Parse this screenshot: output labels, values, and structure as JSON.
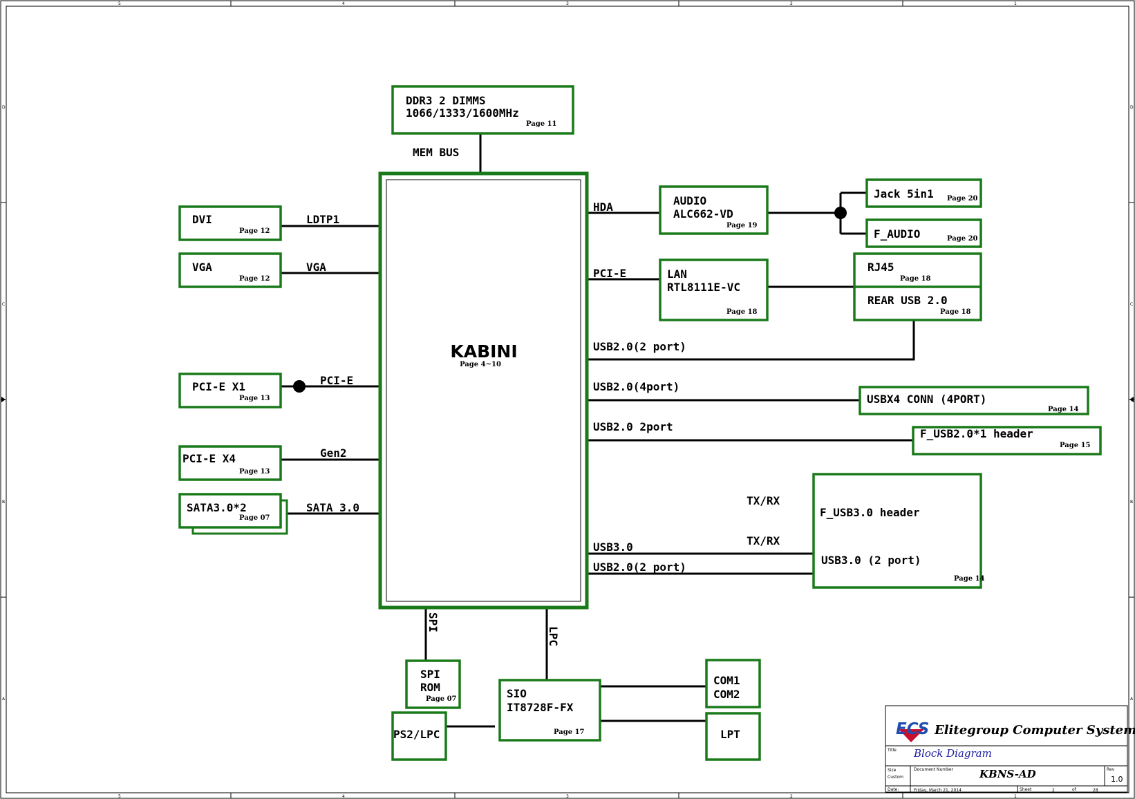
{
  "frame": {
    "col_labels": [
      "5",
      "4",
      "3",
      "2",
      "1"
    ],
    "row_labels": [
      "D",
      "C",
      "B",
      "A"
    ]
  },
  "cpu": {
    "name": "KABINI",
    "page": "Page 4~10"
  },
  "blocks": {
    "ddr3": {
      "line1": "DDR3 2 DIMMS",
      "line2": "1066/1333/1600MHz",
      "page": "Page 11"
    },
    "dvi": {
      "name": "DVI",
      "page": "Page 12"
    },
    "vga": {
      "name": "VGA",
      "page": "Page 12"
    },
    "pcie_x1": {
      "name": "PCI-E X1",
      "page": "Page 13"
    },
    "pcie_x4": {
      "name": "PCI-E X4",
      "page": "Page 13"
    },
    "sata": {
      "name": "SATA3.0*2",
      "page": "Page 07"
    },
    "audio": {
      "line1": "AUDIO",
      "line2": "ALC662-VD",
      "page": "Page 19"
    },
    "jack": {
      "name": "Jack 5in1",
      "page": "Page 20"
    },
    "f_audio": {
      "name": "F_AUDIO",
      "page": "Page 20"
    },
    "lan": {
      "line1": "LAN",
      "line2": "RTL8111E-VC",
      "page": "Page 18"
    },
    "rj45": {
      "name": "RJ45",
      "page": "Page 18"
    },
    "rear_usb": {
      "name": "REAR USB 2.0",
      "page": "Page 18"
    },
    "usbx4": {
      "name": "USBX4  CONN (4PORT)",
      "page": "Page 14"
    },
    "f_usb2": {
      "name": "F_USB2.0*1 header",
      "page": "Page 15"
    },
    "usb3_block": {
      "line1": "F_USB3.0 header",
      "line2": "USB3.0 (2 port)",
      "page": "Page 14"
    },
    "spi_rom": {
      "line1": "SPI",
      "line2": "ROM",
      "page": "Page 07"
    },
    "sio": {
      "line1": "SIO",
      "line2": "IT8728F-FX",
      "page": "Page 17"
    },
    "ps2": {
      "name": "PS2/LPC"
    },
    "com": {
      "line1": "COM1",
      "line2": "COM2"
    },
    "lpt": {
      "name": "LPT"
    }
  },
  "buses": {
    "mem": "MEM BUS",
    "ldtp1": "LDTP1",
    "vga": "VGA",
    "pcie_x1": "PCI-E",
    "gen2": "Gen2",
    "sata": "SATA 3.0",
    "hda": "HDA",
    "pcie_lan": "PCI-E",
    "usb2_2port_rear": "USB2.0(2 port)",
    "usb2_4port": "USB2.0(4port)",
    "usb2_2port_f": "USB2.0 2port",
    "txrx_top": "TX/RX",
    "txrx_bottom": "TX/RX",
    "usb3": "USB3.0",
    "usb2_2port_usb3": "USB2.0(2 port)",
    "spi": "SPI",
    "lpc": "LPC"
  },
  "title_block": {
    "company": "Elitegroup Computer Systems",
    "logo": "ECS",
    "title_label": "Title",
    "title": "Block Diagram",
    "size_label": "Size",
    "size": "Custom",
    "docnum_label": "Document Number",
    "docnum": "KBNS-AD",
    "rev_label": "Rev",
    "rev": "1.0",
    "date_label": "Date:",
    "date": "Friday, March 21, 2014",
    "sheet_label": "Sheet",
    "sheet": "2",
    "of_label": "of",
    "of": "28"
  },
  "colors": {
    "box_stroke": "#1a7a1a",
    "wire": "#000000",
    "title_blue": "#1a1aa0",
    "logo_blue": "#1e4fb0",
    "logo_red": "#c8102e"
  }
}
